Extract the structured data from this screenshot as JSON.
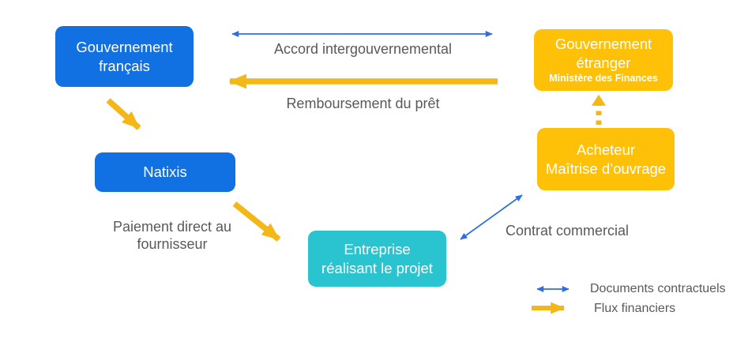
{
  "colors": {
    "background": "#FFFFFF",
    "box_blue": "#1170E2",
    "box_gold": "#FFC008",
    "box_teal": "#29C4CF",
    "arrow_gold": "#F3B718",
    "arrow_blue": "#2E6FDD",
    "label_gray": "#595959",
    "box_text": "#FFFFFF"
  },
  "nodes": {
    "gov_fr": {
      "lines": [
        "Gouvernement",
        "français"
      ]
    },
    "gov_foreign": {
      "lines": [
        "Gouvernement",
        "étranger"
      ],
      "sublabel": "Ministère des Finances"
    },
    "natixis": {
      "label": "Natixis"
    },
    "acheteur": {
      "lines": [
        "Acheteur",
        "Maîtrise d’ouvrage"
      ]
    },
    "entreprise": {
      "lines": [
        "Entreprise",
        "réalisant le projet"
      ]
    }
  },
  "edge_labels": {
    "accord": "Accord intergouvernemental",
    "remboursement": "Remboursement du prêt",
    "paiement": "Paiement direct au fournisseur",
    "contrat": "Contrat commercial"
  },
  "legend": {
    "documents": "Documents contractuels",
    "flux": "Flux financiers"
  }
}
